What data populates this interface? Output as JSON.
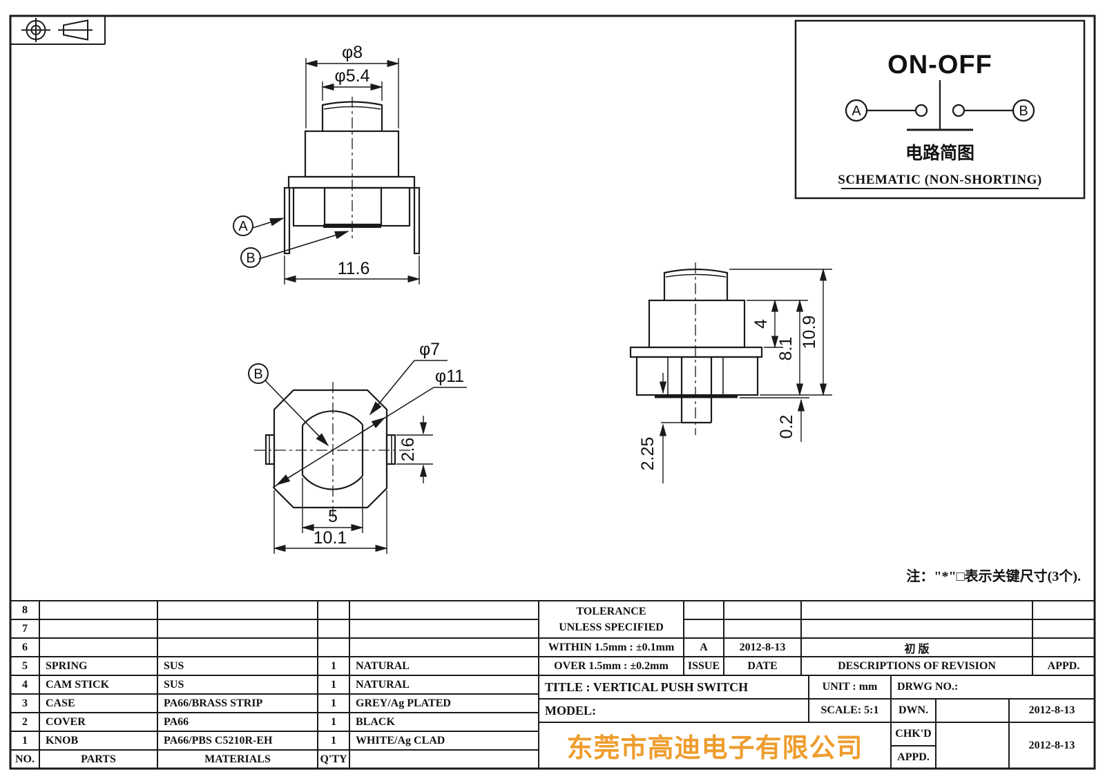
{
  "page": {
    "bg": "#ffffff",
    "ink": "#1a1a1a",
    "accent_orange": "#EE9D2F"
  },
  "views": {
    "front": {
      "phi8": "φ8",
      "phi5_4": "φ5.4",
      "width": "11.6",
      "term_a": "A",
      "term_b": "B"
    },
    "bottom": {
      "phi7": "φ7",
      "phi11": "φ11",
      "tab_h": "2.6",
      "slot": "5",
      "across": "10.1",
      "term_b": "B"
    },
    "side": {
      "step": "4",
      "body": "8.1",
      "total": "10.9",
      "plate": "0.2",
      "plunger": "2.25"
    }
  },
  "schematic": {
    "mode": "ON-OFF",
    "term_a": "A",
    "term_b": "B",
    "caption_cn": "电路简图",
    "caption_en": "SCHEMATIC (NON-SHORTING)"
  },
  "note": "注：\"*\"□表示关键尺寸(3个).",
  "parts": {
    "col_no": "NO.",
    "col_parts": "PARTS",
    "col_materials": "MATERIALS",
    "col_qty": "Q'TY",
    "rows": [
      {
        "no": "8",
        "part": "",
        "material": "",
        "qty": "",
        "finish": ""
      },
      {
        "no": "7",
        "part": "",
        "material": "",
        "qty": "",
        "finish": ""
      },
      {
        "no": "6",
        "part": "",
        "material": "",
        "qty": "",
        "finish": ""
      },
      {
        "no": "5",
        "part": "SPRING",
        "material": "SUS",
        "qty": "1",
        "finish": "NATURAL"
      },
      {
        "no": "4",
        "part": "CAM STICK",
        "material": "SUS",
        "qty": "1",
        "finish": "NATURAL"
      },
      {
        "no": "3",
        "part": "CASE",
        "material": "PA66/BRASS STRIP",
        "qty": "1",
        "finish": "GREY/Ag PLATED"
      },
      {
        "no": "2",
        "part": "COVER",
        "material": "PA66",
        "qty": "1",
        "finish": "BLACK"
      },
      {
        "no": "1",
        "part": "KNOB",
        "material": "PA66/PBS C5210R-EH",
        "qty": "1",
        "finish": "WHITE/Ag CLAD"
      }
    ]
  },
  "title_block": {
    "tolerance1": "TOLERANCE",
    "tolerance2": "UNLESS  SPECIFIED",
    "within": "WITHIN 1.5mm : ±0.1mm",
    "over": "OVER 1.5mm : ±0.2mm",
    "issue_value": "A",
    "issue_label": "ISSUE",
    "date_value": "2012-8-13",
    "date_label": "DATE",
    "revision_value": "初  版",
    "revision_label": "DESCRIPTIONS OF REVISION",
    "appd_label": "APPD.",
    "title": "TITLE :  VERTICAL PUSH SWITCH",
    "unit": "UNIT :  mm",
    "drwg_no": "DRWG NO.:",
    "model": "MODEL:",
    "scale": "SCALE:  5:1",
    "dwn_label": "DWN.",
    "dwn_date": "2012-8-13",
    "chkd_label": "CHK'D",
    "chkd_date": "2012-8-13",
    "appd2_label": "APPD.",
    "company": "东莞市高迪电子有限公司"
  }
}
